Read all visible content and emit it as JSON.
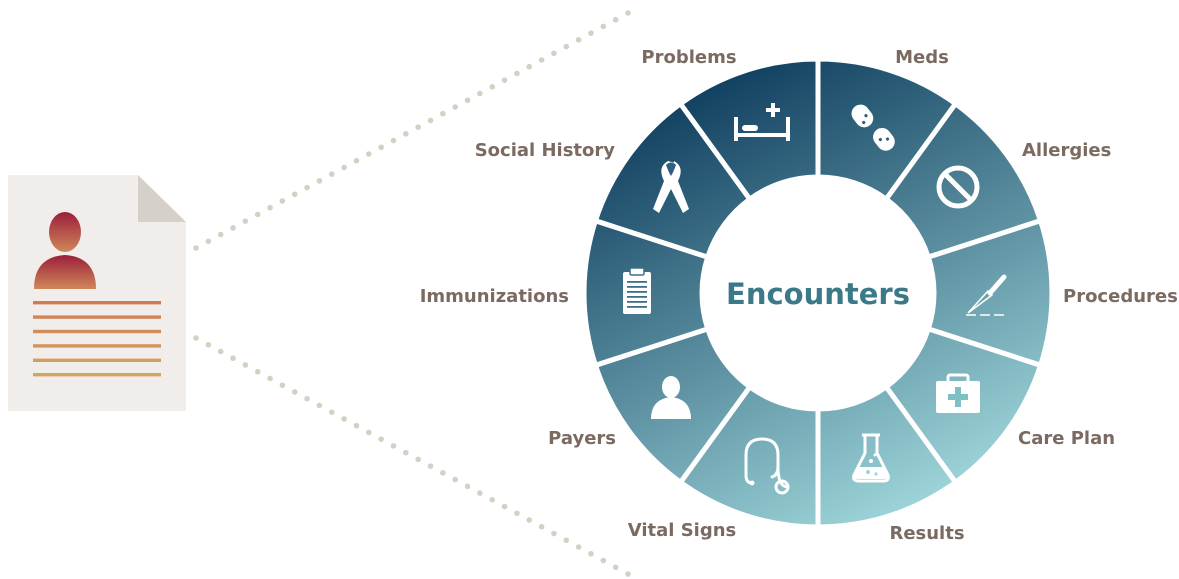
{
  "center": {
    "label": "Encounters"
  },
  "colors": {
    "ring_dark": "#0c3b5c",
    "ring_light": "#a2dadd",
    "label_text": "#7a6a62",
    "center_text": "#3a7a88",
    "document_bg": "#f1edeb",
    "document_fold": "#d6d0cb",
    "avatar_top": "#9b1f3a",
    "avatar_bottom": "#d0875a",
    "lines_top": "#cf7c55",
    "lines_bottom": "#d4a562",
    "dots": "#d4d0c4"
  },
  "segments": [
    {
      "label": "Meds",
      "icon": "pills-icon"
    },
    {
      "label": "Allergies",
      "icon": "no-sign-icon"
    },
    {
      "label": "Procedures",
      "icon": "scalpel-icon"
    },
    {
      "label": "Care Plan",
      "icon": "first-aid-kit-icon"
    },
    {
      "label": "Results",
      "icon": "flask-icon"
    },
    {
      "label": "Vital Signs",
      "icon": "stethoscope-icon"
    },
    {
      "label": "Payers",
      "icon": "person-icon"
    },
    {
      "label": "Immunizations",
      "icon": "clipboard-icon"
    },
    {
      "label": "Social History",
      "icon": "ribbon-icon"
    },
    {
      "label": "Problems",
      "icon": "hospital-bed-icon"
    }
  ],
  "document": {
    "icon": "patient-record-icon",
    "line_count": 6
  }
}
